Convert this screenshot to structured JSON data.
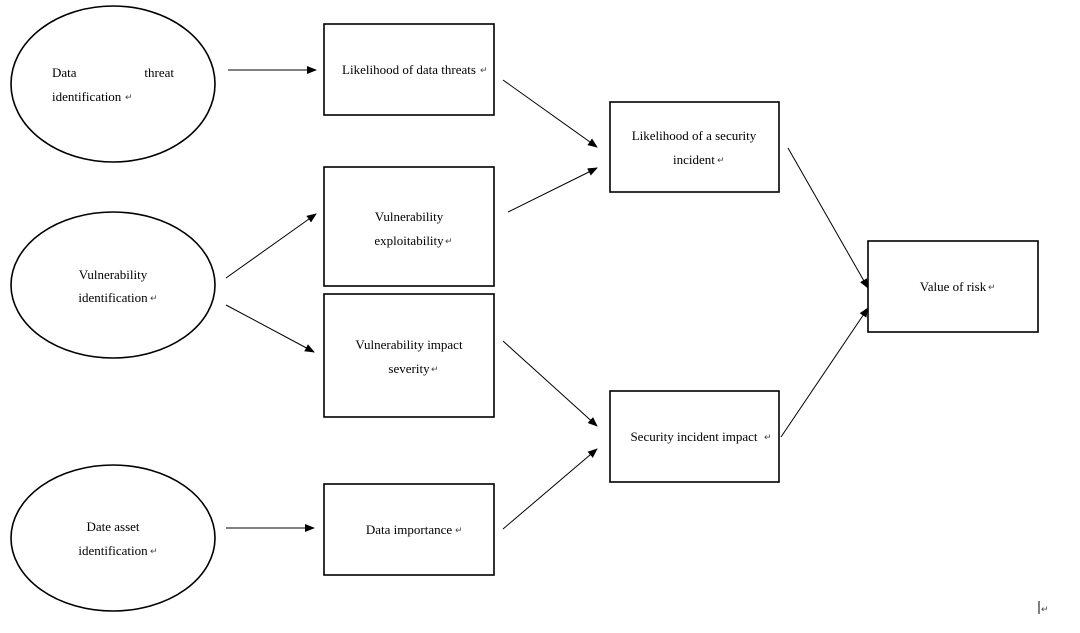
{
  "nodes": {
    "threat_id": {
      "lines": [
        "Data",
        "threat",
        "identification"
      ]
    },
    "vuln_id": {
      "lines": [
        "Vulnerability",
        "identification"
      ]
    },
    "asset_id": {
      "lines": [
        "Date asset",
        "identification"
      ]
    },
    "likelihood_threats": {
      "lines": [
        "Likelihood of data threats"
      ]
    },
    "vuln_exploit": {
      "lines": [
        "Vulnerability",
        "exploitability"
      ]
    },
    "vuln_impact": {
      "lines": [
        "Vulnerability impact",
        "severity"
      ]
    },
    "data_importance": {
      "lines": [
        "Data importance"
      ]
    },
    "likelihood_incident": {
      "lines": [
        "Likelihood of a security",
        "incident"
      ]
    },
    "incident_impact": {
      "lines": [
        "Security incident impact"
      ]
    },
    "value_risk": {
      "lines": [
        "Value of risk"
      ]
    }
  },
  "edges": [
    {
      "from": "threat_id",
      "to": "likelihood_threats"
    },
    {
      "from": "vuln_id",
      "to": "vuln_exploit"
    },
    {
      "from": "vuln_id",
      "to": "vuln_impact"
    },
    {
      "from": "asset_id",
      "to": "data_importance"
    },
    {
      "from": "likelihood_threats",
      "to": "likelihood_incident"
    },
    {
      "from": "vuln_exploit",
      "to": "likelihood_incident"
    },
    {
      "from": "vuln_impact",
      "to": "incident_impact"
    },
    {
      "from": "data_importance",
      "to": "incident_impact"
    },
    {
      "from": "likelihood_incident",
      "to": "value_risk"
    },
    {
      "from": "incident_impact",
      "to": "value_risk"
    }
  ],
  "paragraph_mark": "↵"
}
